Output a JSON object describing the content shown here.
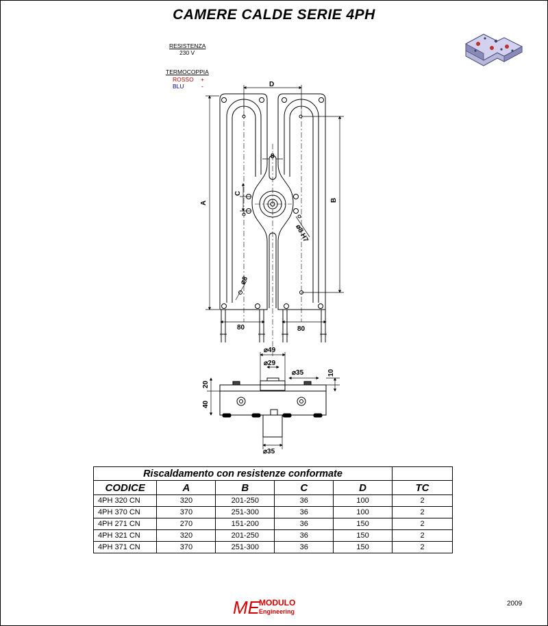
{
  "title": "CAMERE CALDE SERIE 4PH",
  "legend": {
    "resistenza_label": "RESISTENZA",
    "resistenza_value": "230 V",
    "termocoppia_label": "TERMOCOPPIA",
    "rosso_label": "ROSSO",
    "rosso_sign": "+",
    "blu_label": "BLU",
    "blu_sign": "-"
  },
  "drawing": {
    "dim_a": "A",
    "dim_b": "B",
    "dim_c": "C",
    "dim_d": "D",
    "dim_slot": "8",
    "dim_hole_h7": "⌀8 H7",
    "dim_hole_8": "⌀8",
    "dim_80_left": "80",
    "dim_80_right": "80",
    "dim_49": "⌀49",
    "dim_29": "⌀29",
    "dim_35_top": "⌀35",
    "dim_10": "10",
    "dim_20": "20",
    "dim_40": "40",
    "dim_35_bottom": "⌀35"
  },
  "table": {
    "caption": "Riscaldamento con resistenze conformate",
    "headers": [
      "CODICE",
      "A",
      "B",
      "C",
      "D",
      "TC"
    ],
    "rows": [
      [
        "4PH 320  CN",
        "320",
        "201-250",
        "36",
        "100",
        "2"
      ],
      [
        "4PH 370  CN",
        "370",
        "251-300",
        "36",
        "100",
        "2"
      ],
      [
        "4PH 271  CN",
        "270",
        "151-200",
        "36",
        "150",
        "2"
      ],
      [
        "4PH 321  CN",
        "320",
        "201-250",
        "36",
        "150",
        "2"
      ],
      [
        "4PH 371  CN",
        "370",
        "251-300",
        "36",
        "150",
        "2"
      ]
    ]
  },
  "logo": {
    "mark": "ME",
    "name": "MODULO",
    "sub": "Engineering"
  },
  "year": "2009",
  "colors": {
    "logo_red": "#d40000",
    "rosso": "#c00000",
    "blu": "#000090"
  }
}
